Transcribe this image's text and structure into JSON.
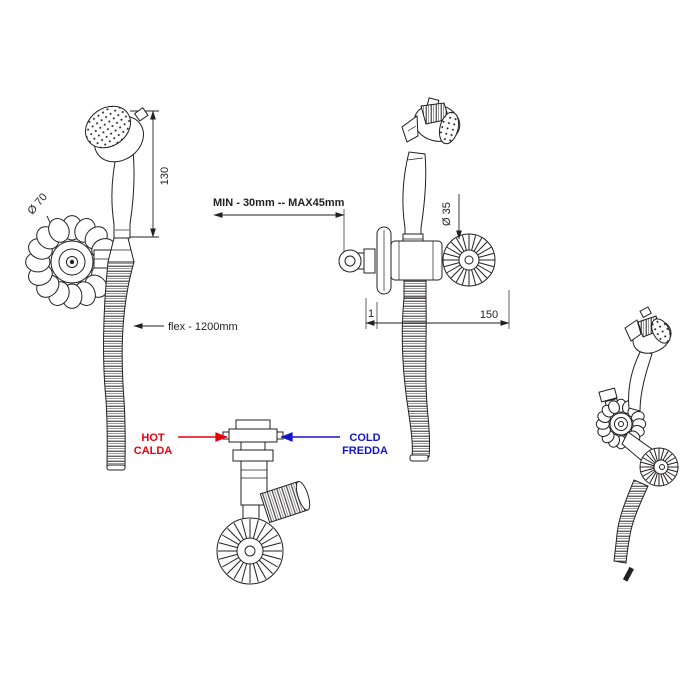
{
  "colors": {
    "bg": "#ffffff",
    "line": "#231f20",
    "hot": "#e8000d",
    "cold": "#1414c8"
  },
  "views": {
    "side": {
      "dim_height": "130",
      "dim_head": "Ø 70",
      "dim_flex": "flex - 1200mm"
    },
    "front": {
      "dim_depth": "MIN - 30mm -- MAX45mm",
      "dim_valve": "Ø 35",
      "dim_offset": "1",
      "dim_width": "150"
    },
    "top": {
      "hot_line1": "HOT",
      "hot_line2": "CALDA",
      "cold_line1": "COLD",
      "cold_line2": "FREDDA"
    }
  }
}
